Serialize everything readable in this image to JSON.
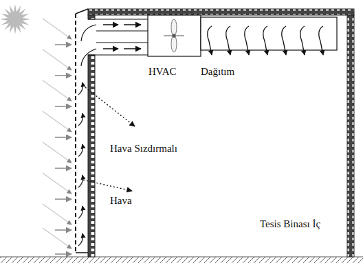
{
  "diagram": {
    "labels": [
      "HVAC",
      "Dağıtım",
      "Hava Sızdırmalı",
      "Hava",
      "Tesis Binası İç"
    ]
  }
}
